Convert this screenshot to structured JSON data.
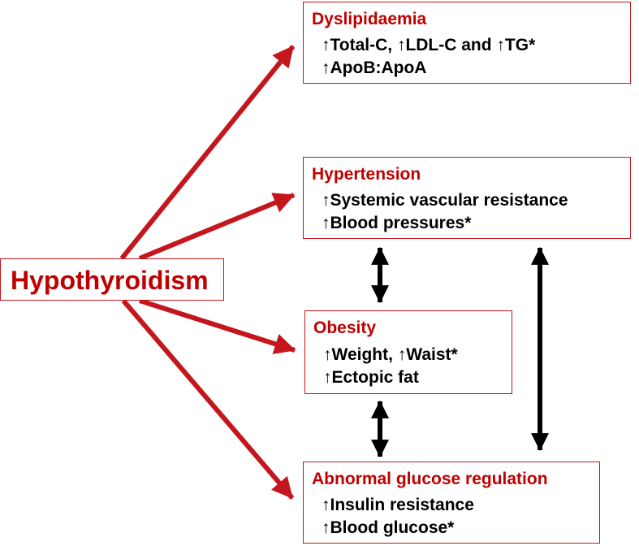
{
  "colors": {
    "accent_red": "#c4161c",
    "title_red": "#c00000",
    "text": "#000000",
    "double_arrow": "#000000"
  },
  "source": {
    "label": "Hypothyroidism"
  },
  "boxes": {
    "dyslipidaemia": {
      "title": "Dyslipidaemia",
      "line1": [
        {
          "icon": "up-arrow-icon",
          "text": "Total-C, "
        },
        {
          "icon": "up-arrow-icon",
          "text": "LDL-C and "
        },
        {
          "icon": "up-arrow-icon",
          "text": "TG*"
        }
      ],
      "line2": [
        {
          "icon": "up-arrow-icon",
          "text": "ApoB:ApoA"
        }
      ]
    },
    "hypertension": {
      "title": "Hypertension",
      "line1": [
        {
          "icon": "up-arrow-icon",
          "text": "Systemic vascular resistance"
        }
      ],
      "line2": [
        {
          "icon": "up-arrow-icon",
          "text": "Blood pressures*"
        }
      ]
    },
    "obesity": {
      "title": "Obesity",
      "line1": [
        {
          "icon": "up-arrow-icon",
          "text": "Weight, "
        },
        {
          "icon": "up-arrow-icon",
          "text": "Waist*"
        }
      ],
      "line2": [
        {
          "icon": "up-arrow-icon",
          "text": "Ectopic fat"
        }
      ]
    },
    "glucose": {
      "title": "Abnormal glucose regulation",
      "line1": [
        {
          "icon": "up-arrow-icon",
          "text": "Insulin resistance"
        }
      ],
      "line2": [
        {
          "icon": "up-arrow-icon",
          "text": "Blood glucose*"
        }
      ]
    }
  }
}
